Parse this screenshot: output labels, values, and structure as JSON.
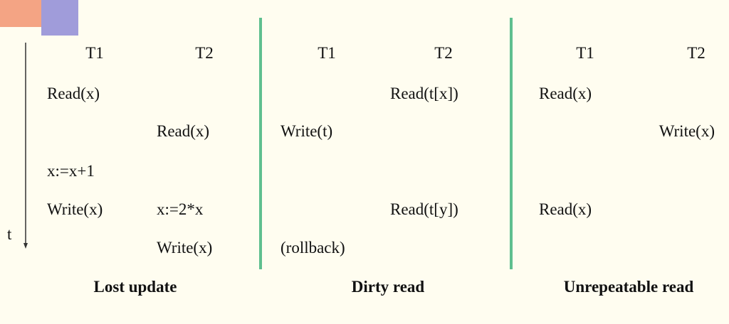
{
  "colors": {
    "background": "#FFFDF0",
    "deco_orange": "#F4A484",
    "deco_purple": "#A09CDA",
    "divider": "#5FBF8F",
    "text": "#111111"
  },
  "time_axis": {
    "label": "t"
  },
  "panels": [
    {
      "headers": {
        "t1": "T1",
        "t2": "T2"
      },
      "caption": "Lost update",
      "rows": [
        {
          "t1": "Read(x)",
          "t2": ""
        },
        {
          "t1": "",
          "t2": "Read(x)"
        },
        {
          "t1": "x:=x+1",
          "t2": ""
        },
        {
          "t1": "Write(x)",
          "t2": "x:=2*x"
        },
        {
          "t1": "",
          "t2": "Write(x)"
        }
      ]
    },
    {
      "headers": {
        "t1": "T1",
        "t2": "T2"
      },
      "caption": "Dirty read",
      "rows": [
        {
          "t1": "",
          "t2": "Read(t[x])"
        },
        {
          "t1": "Write(t)",
          "t2": ""
        },
        {
          "t1": "",
          "t2": ""
        },
        {
          "t1": "",
          "t2": "Read(t[y])"
        },
        {
          "t1": "(rollback)",
          "t2": ""
        }
      ]
    },
    {
      "headers": {
        "t1": "T1",
        "t2": "T2"
      },
      "caption": "Unrepeatable read",
      "rows": [
        {
          "t1": "Read(x)",
          "t2": ""
        },
        {
          "t1": "",
          "t2": "Write(x)"
        },
        {
          "t1": "",
          "t2": ""
        },
        {
          "t1": "Read(x)",
          "t2": ""
        },
        {
          "t1": "",
          "t2": ""
        }
      ]
    }
  ]
}
